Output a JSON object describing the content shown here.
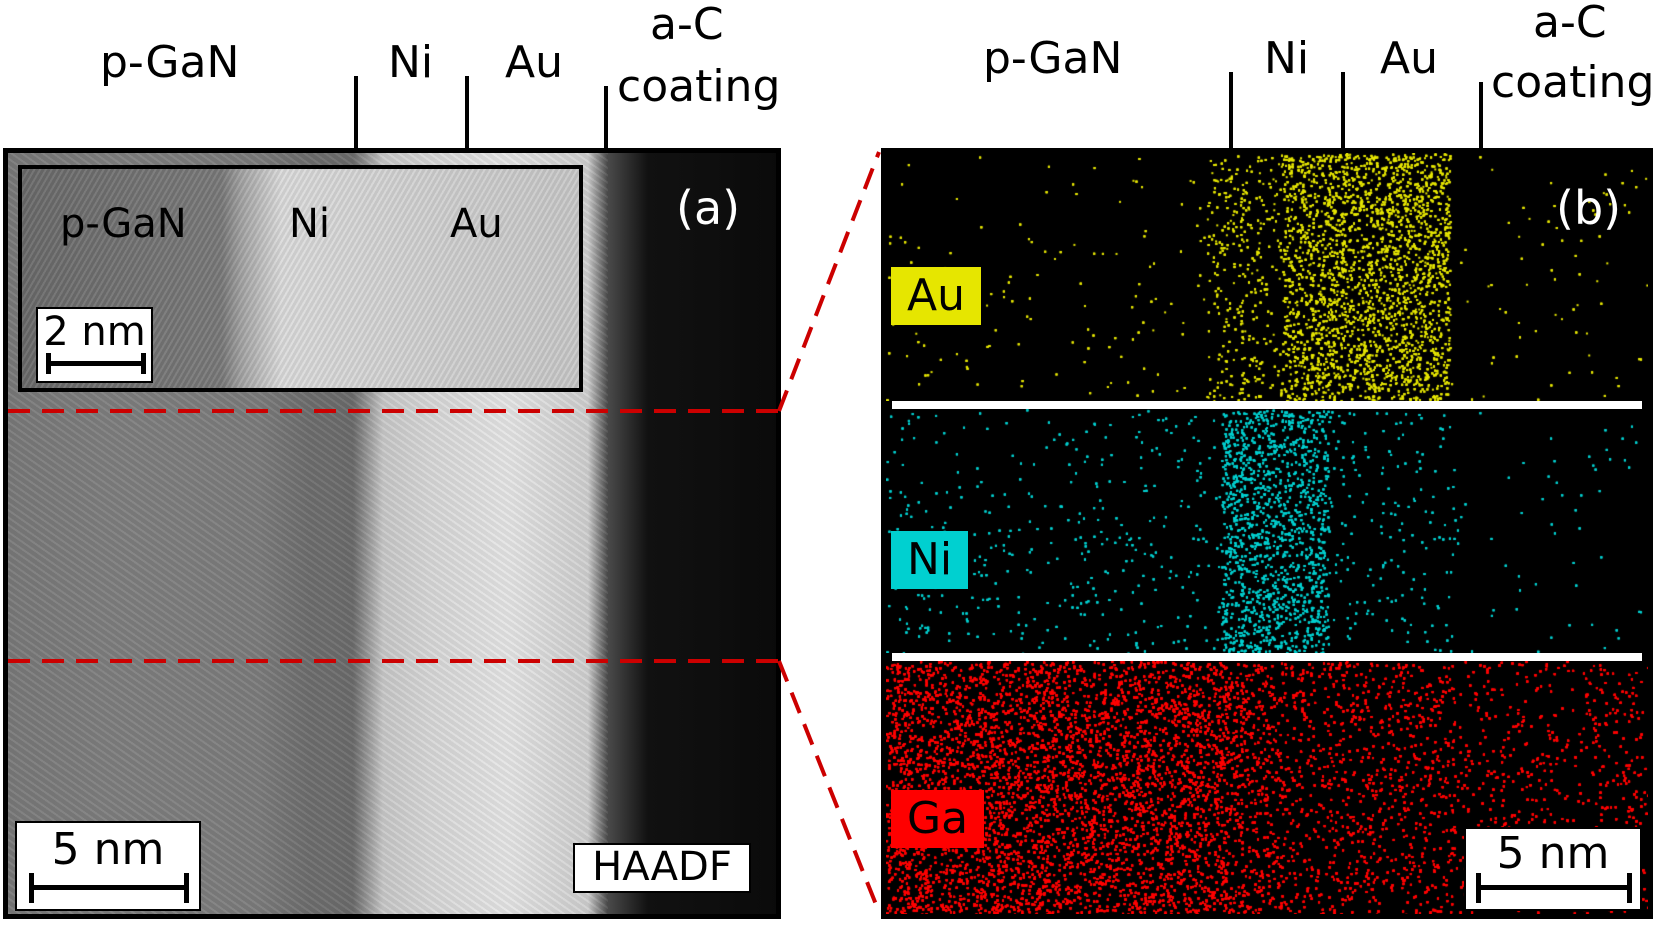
{
  "header_a": {
    "pgan": "p-GaN",
    "ni": "Ni",
    "au": "Au",
    "ac_line1": "a-C",
    "ac_line2": "coating"
  },
  "header_b": {
    "pgan": "p-GaN",
    "ni": "Ni",
    "au": "Au",
    "ac_line1": "a-C",
    "ac_line2": "coating"
  },
  "panel_a": {
    "letter": "(a)",
    "inset": {
      "pgan": "p-GaN",
      "ni": "Ni",
      "au": "Au",
      "scale": "2 nm"
    },
    "scale": "5 nm",
    "detector": "HAADF"
  },
  "panel_b": {
    "letter": "(b)",
    "maps": [
      {
        "element": "Au",
        "color": "#e6e600"
      },
      {
        "element": "Ni",
        "color": "#00d0d0"
      },
      {
        "element": "Ga",
        "color": "#ff0000"
      }
    ],
    "scale": "5 nm"
  },
  "colors": {
    "zoom_lines": "#cc0000"
  }
}
